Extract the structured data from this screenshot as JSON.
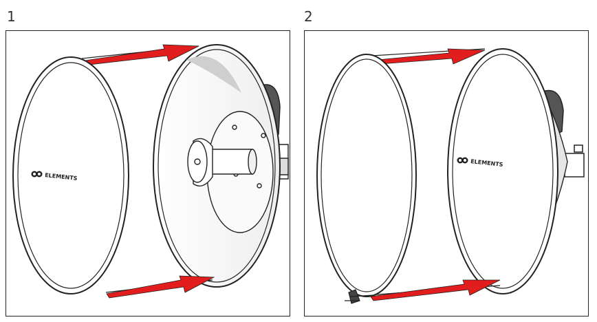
{
  "steps": [
    {
      "number": "1",
      "brand_label": "ELEMENTS"
    },
    {
      "number": "2",
      "brand_label": "ELEMENTS"
    }
  ],
  "colors": {
    "arrow": "#e21d1d",
    "outline": "#222222",
    "shade": "#cfcfcf"
  }
}
